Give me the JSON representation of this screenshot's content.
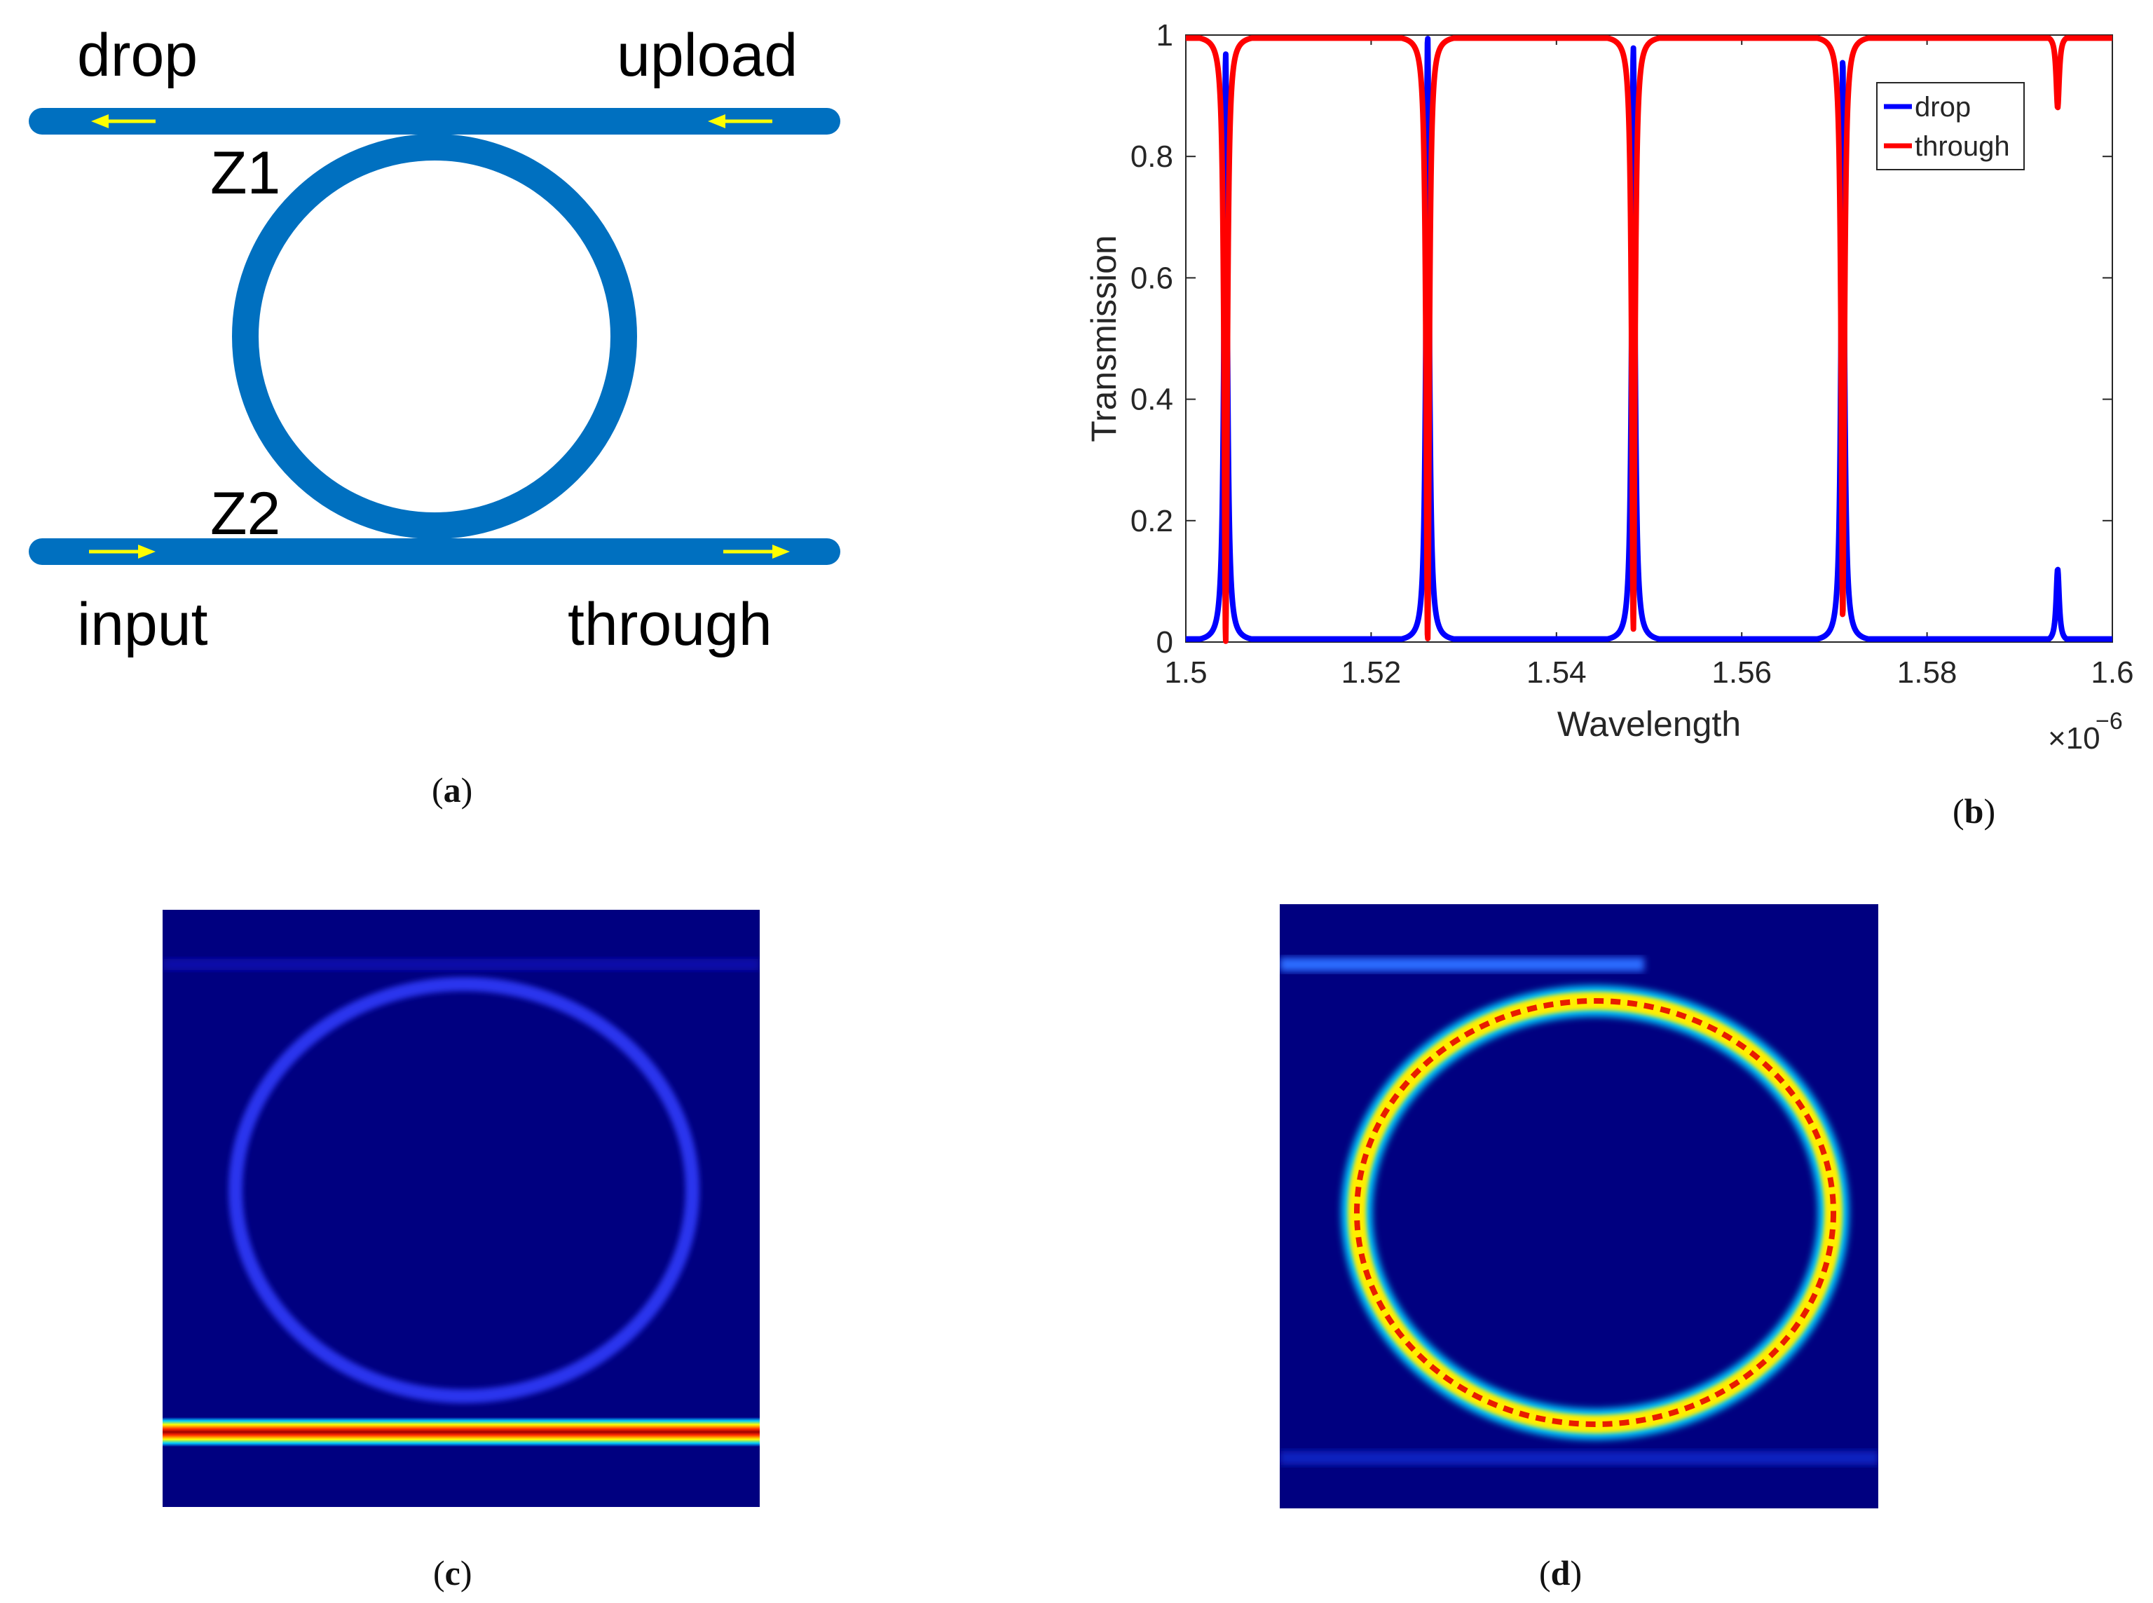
{
  "figure": {
    "panel_a": {
      "labels": {
        "drop": "drop",
        "upload": "upload",
        "input": "input",
        "through": "through",
        "z1": "Z1",
        "z2": "Z2"
      },
      "colors": {
        "waveguide": "#0070C0",
        "arrow": "#FFFF00"
      },
      "caption": "(a)",
      "caption_letter": "a"
    },
    "panel_b": {
      "caption": "(b)",
      "caption_letter": "b",
      "ylabel": "Transmission",
      "xlabel": "Wavelength",
      "exponent_base": "×10",
      "exponent_power": "−6",
      "xticks": [
        "1.5",
        "1.52",
        "1.54",
        "1.56",
        "1.58",
        "1.6"
      ],
      "yticks": [
        "0",
        "0.2",
        "0.4",
        "0.6",
        "0.8",
        "1"
      ],
      "legend": {
        "drop": "drop",
        "through": "through"
      }
    },
    "panel_c": {
      "caption": "(c)",
      "caption_letter": "c"
    },
    "panel_d": {
      "caption": "(d)",
      "caption_letter": "d"
    }
  },
  "chart_data": {
    "type": "line",
    "xlim": [
      1.5,
      1.6
    ],
    "ylim": [
      0,
      1
    ],
    "grid": false,
    "legend_position": "top-right",
    "resonances": [
      1.5043,
      1.5261,
      1.5483,
      1.5709,
      1.5941
    ],
    "drop_peaks": [
      0.97,
      1.0,
      0.98,
      0.96,
      0.12
    ],
    "through_dips": [
      0.0,
      0.0,
      0.02,
      0.04,
      0.88
    ],
    "linewidth": 0.0004,
    "series": [
      {
        "name": "drop",
        "color": "#0000FF",
        "baseline": 0.005
      },
      {
        "name": "through",
        "color": "#FF0000",
        "baseline": 0.995
      }
    ]
  }
}
